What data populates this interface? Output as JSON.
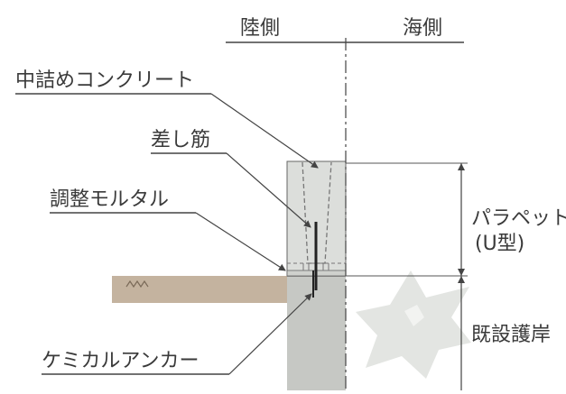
{
  "sides": {
    "land": "陸側",
    "sea": "海側"
  },
  "labels": {
    "infill_concrete": "中詰めコンクリート",
    "dowel_bar": "差し筋",
    "adjust_mortar": "調整モルタル",
    "chemical_anchor": "ケミカルアンカー",
    "parapet_line1": "パラペット",
    "parapet_line2": "(U型)",
    "existing_seawall": "既設護岸"
  },
  "colors": {
    "parapet_fill": "#dcdedb",
    "wall_fill": "#c6c8c4",
    "ground_fill": "#c4b39f",
    "armor_fill": "#e3e5e2",
    "line": "#444444",
    "text": "#3a3a3a"
  }
}
